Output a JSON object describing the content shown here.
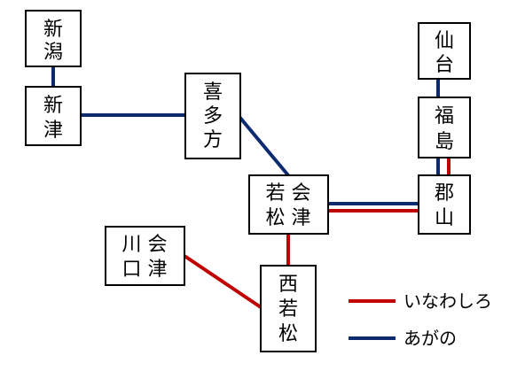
{
  "colors": {
    "inawashiro": "#c00000",
    "aga": "#0b2a6f",
    "box_border": "#000000",
    "box_fill": "#ffffff"
  },
  "stations": {
    "niigata": [
      "新",
      "潟"
    ],
    "niitsu": [
      "新",
      "津"
    ],
    "kitakata": [
      "喜",
      "多",
      "方"
    ],
    "aizuwakamatsu": [
      "若 会",
      "松 津"
    ],
    "aizukawaguchi": [
      "川 会",
      "口 津"
    ],
    "nishiwakamatsu": [
      "西",
      "若",
      "松"
    ],
    "sendai": [
      "仙",
      "台"
    ],
    "fukushima": [
      "福",
      "島"
    ],
    "koriyama": [
      "郡",
      "山"
    ]
  },
  "legend": {
    "inawashiro_label": "いなわしろ",
    "aga_label": "あがの"
  }
}
